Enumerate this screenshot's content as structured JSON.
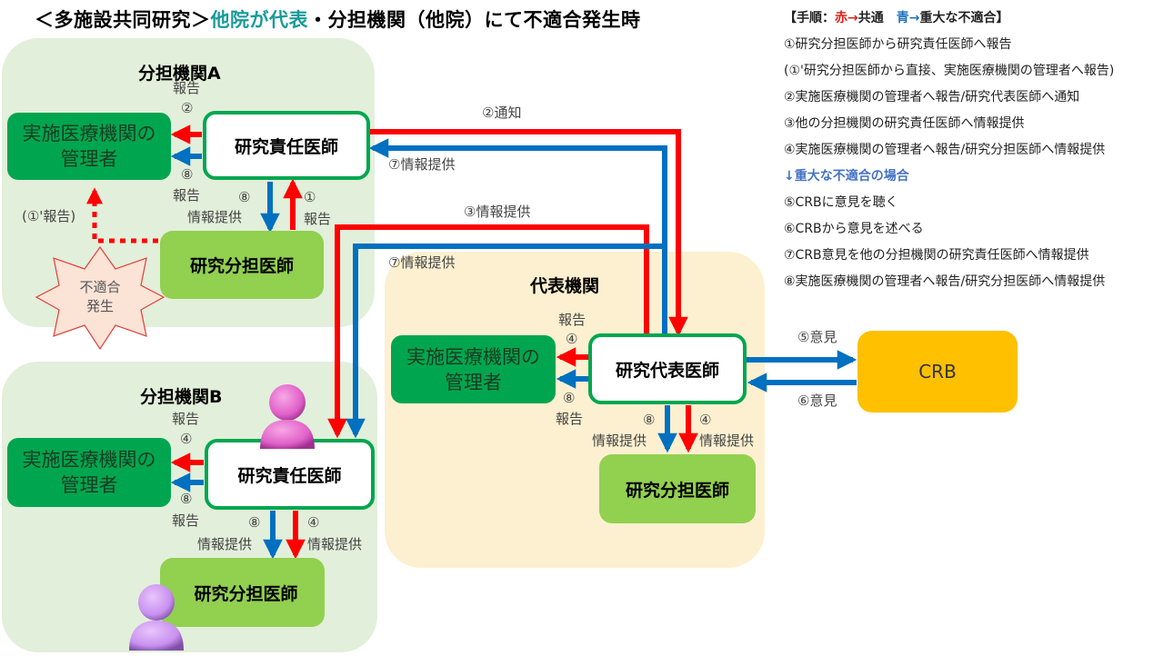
{
  "title": {
    "prefix": "＜多施設共同研究＞",
    "accent": "他院が代表",
    "suffix": "・分担機関（他院）にて不適合発生時"
  },
  "colors": {
    "red_arrow": "#ff0000",
    "blue_arrow": "#0070c0",
    "manager_box": "#00a64f",
    "sub_box": "#92d050",
    "crb_box": "#ffc000",
    "region_green": "#e2efda",
    "region_yellow": "#fdf0d0",
    "title_accent": "#1a9a9a"
  },
  "legend": {
    "head_prefix": "【手順：",
    "head_red": "赤→",
    "head_common": "共通　",
    "head_blue": "青→",
    "head_serious": "重大な不適合】",
    "items": [
      "①研究分担医師から研究責任医師へ報告",
      "(①'研究分担医師から直接、実施医療機関の管理者へ報告)",
      "②実施医療機関の管理者へ報告/研究代表医師へ通知",
      "③他の分担機関の研究責任医師へ情報提供",
      "④実施医療機関の管理者へ報告/研究分担医師へ情報提供"
    ],
    "serious_head": "↓重大な不適合の場合",
    "serious_items": [
      "⑤CRBに意見を聴く",
      "⑥CRBから意見を述べる",
      "⑦CRB意見を他の分担機関の研究責任医師へ情報提供",
      "⑧実施医療機関の管理者へ報告/研究分担医師へ情報提供"
    ]
  },
  "regions": {
    "a": {
      "title": "分担機関A",
      "manager": "実施医療機関の管理者",
      "responsible": "研究責任医師",
      "sub": "研究分担医師",
      "star": "不適合発生",
      "labels": {
        "report_top": "報告",
        "num2": "②",
        "num8_left": "⑧",
        "report_bottom": "報告",
        "num8_down": "⑧",
        "info_down": "情報提供",
        "num1": "①",
        "report_up": "報告",
        "direct_report": "(①'報告)"
      }
    },
    "b": {
      "title": "分担機関B",
      "manager": "実施医療機関の管理者",
      "responsible": "研究責任医師",
      "sub": "研究分担医師",
      "labels": {
        "report_top": "報告",
        "num4_left": "④",
        "num8_left": "⑧",
        "report_bottom": "報告",
        "num8_down": "⑧",
        "info_down_blue": "情報提供",
        "num4_down": "④",
        "info_down_red": "情報提供"
      }
    },
    "lead": {
      "title": "代表機関",
      "manager": "実施医療機関の管理者",
      "principal": "研究代表医師",
      "sub": "研究分担医師",
      "labels": {
        "report_top": "報告",
        "num4_left": "④",
        "num8_left": "⑧",
        "report_bottom": "報告",
        "num8_down": "⑧",
        "info_down_blue": "情報提供",
        "num4_down": "④",
        "info_down_red": "情報提供"
      }
    }
  },
  "crb": {
    "label": "CRB",
    "opinion_to": "⑤意見",
    "opinion_from": "⑥意見"
  },
  "cross_labels": {
    "notify": "②通知",
    "info7_a": "⑦情報提供",
    "info3": "③情報提供",
    "info7_b": "⑦情報提供"
  }
}
